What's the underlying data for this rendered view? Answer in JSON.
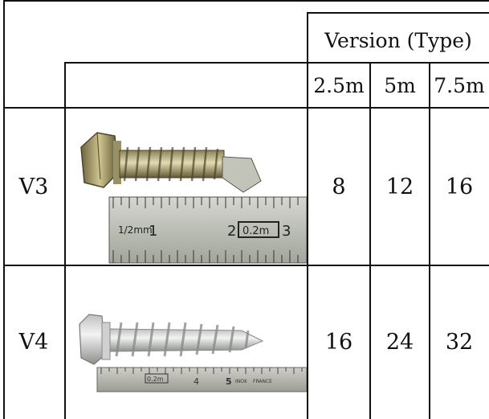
{
  "table": {
    "header": {
      "group_label": "Version (Type)",
      "columns": [
        "2.5m",
        "5m",
        "7.5m"
      ]
    },
    "rows": [
      {
        "label": "V3",
        "values": [
          "8",
          "12",
          "16"
        ],
        "photo": {
          "ruler_left": "1/2mm",
          "ruler_1": "1",
          "ruler_2": "2",
          "ruler_box": "0.2m",
          "ruler_3": "3"
        }
      },
      {
        "label": "V4",
        "values": [
          "16",
          "24",
          "32"
        ],
        "photo": {
          "ruler_box": "0.2m",
          "ruler_4": "4",
          "ruler_5": "5",
          "ruler_brand": "INOX",
          "ruler_country": "FRANCE"
        }
      }
    ]
  },
  "colors": {
    "grid": "#111111",
    "background": "#ffffff"
  }
}
